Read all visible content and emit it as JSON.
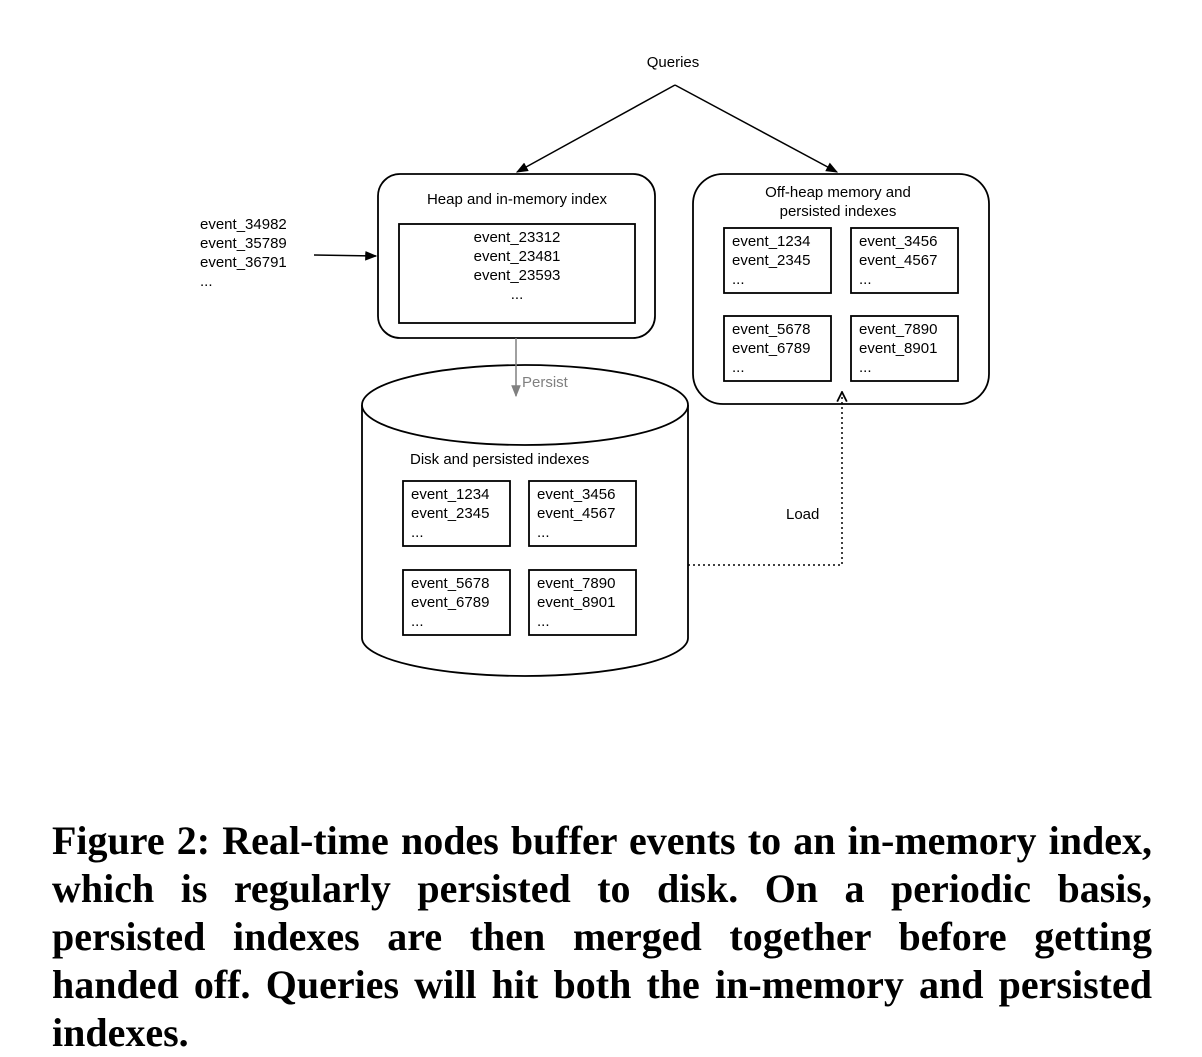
{
  "queries_label": "Queries",
  "incoming_events": [
    "event_34982",
    "event_35789",
    "event_36791",
    "..."
  ],
  "heap": {
    "title": "Heap and in-memory index",
    "events": [
      "event_23312",
      "event_23481",
      "event_23593",
      "..."
    ]
  },
  "offheap": {
    "title_line1": "Off-heap memory and",
    "title_line2": "persisted indexes",
    "indexes": [
      [
        "event_1234",
        "event_2345",
        "..."
      ],
      [
        "event_3456",
        "event_4567",
        "..."
      ],
      [
        "event_5678",
        "event_6789",
        "..."
      ],
      [
        "event_7890",
        "event_8901",
        "..."
      ]
    ]
  },
  "persist_label": "Persist",
  "disk": {
    "title": "Disk and persisted indexes",
    "indexes": [
      [
        "event_1234",
        "event_2345",
        "..."
      ],
      [
        "event_3456",
        "event_4567",
        "..."
      ],
      [
        "event_5678",
        "event_6789",
        "..."
      ],
      [
        "event_7890",
        "event_8901",
        "..."
      ]
    ]
  },
  "load_label": "Load",
  "caption": "Figure 2: Real-time nodes buffer events to an in-memory index, which is regularly persisted to disk. On a periodic basis, persisted indexes are then merged together before getting handed off. Queries will hit both the in-memory and persisted indexes."
}
